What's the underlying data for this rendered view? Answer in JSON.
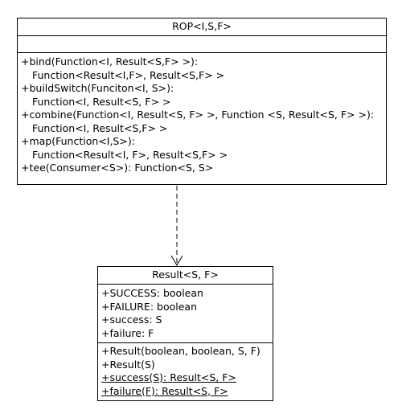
{
  "classes": {
    "rop": {
      "name": "ROP<I,S,F>",
      "attributes": [],
      "operations": [
        {
          "text": "+bind(Function<I, Result<S,F> >):",
          "indent": false,
          "static": false
        },
        {
          "text": "Function<Result<I,F>, Result<S,F> >",
          "indent": true,
          "static": false
        },
        {
          "text": "+buildSwitch(Funciton<I, S>):",
          "indent": false,
          "static": false
        },
        {
          "text": "Function<I, Result<S, F> >",
          "indent": true,
          "static": false
        },
        {
          "text": "+combine(Function<I, Result<S, F> >, Function <S, Result<S, F> >):",
          "indent": false,
          "static": false
        },
        {
          "text": "Function<I, Result<S,F> >",
          "indent": true,
          "static": false
        },
        {
          "text": "+map(Function<I,S>):",
          "indent": false,
          "static": false
        },
        {
          "text": "Function<Result<I, F>, Result<S,F> >",
          "indent": true,
          "static": false
        },
        {
          "text": "+tee(Consumer<S>): Function<S, S>",
          "indent": false,
          "static": false
        }
      ]
    },
    "result": {
      "name": "Result<S, F>",
      "attributes": [
        {
          "text": "+SUCCESS: boolean"
        },
        {
          "text": "+FAILURE: boolean"
        },
        {
          "text": "+success: S"
        },
        {
          "text": "+failure: F"
        }
      ],
      "operations": [
        {
          "text": "+Result(boolean, boolean, S, F)",
          "indent": false,
          "static": false
        },
        {
          "text": "+Result(S)",
          "indent": false,
          "static": false
        },
        {
          "text": "+success(S): Result<S, F>",
          "indent": false,
          "static": true
        },
        {
          "text": "+failure(F): Result<S, F>",
          "indent": false,
          "static": true
        }
      ]
    }
  },
  "relationships": [
    {
      "from": "rop",
      "to": "result",
      "type": "dependency",
      "style": "dashed",
      "arrow": "open"
    }
  ],
  "colors": {
    "line": "#000000",
    "background": "#ffffff"
  }
}
